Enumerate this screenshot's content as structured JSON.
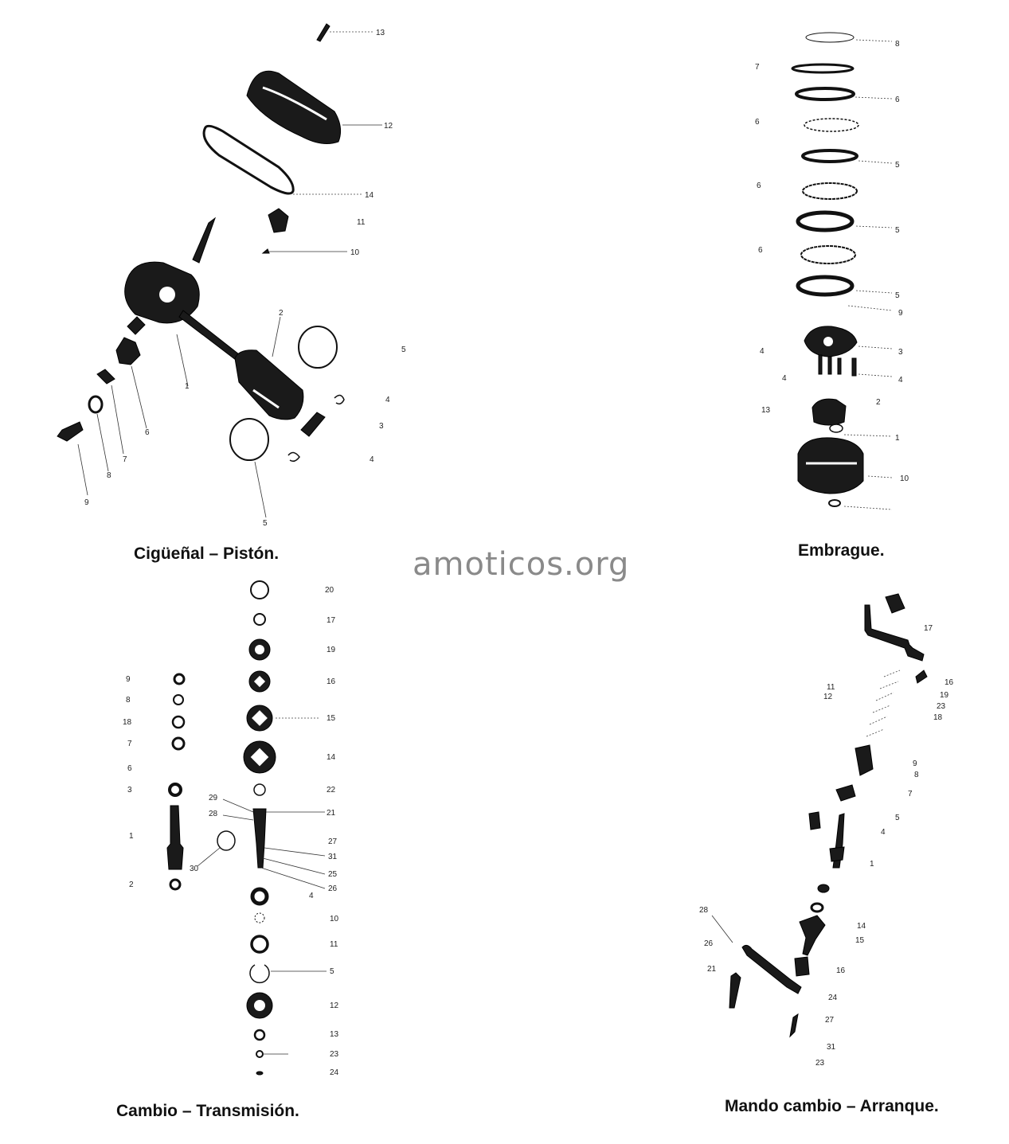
{
  "watermark": "amoticos.org",
  "captions": {
    "crankshaft": "Cigüeñal – Pistón.",
    "clutch": "Embrague.",
    "gearbox": "Cambio – Transmisión.",
    "shift": "Mando cambio – Arranque."
  },
  "crankshaft_labels": [
    "13",
    "12",
    "14",
    "11",
    "10",
    "2",
    "5",
    "1",
    "4",
    "3",
    "4",
    "6",
    "7",
    "8",
    "9",
    "5"
  ],
  "clutch_labels": [
    "8",
    "7",
    "6",
    "6",
    "5",
    "6",
    "5",
    "6",
    "5",
    "9",
    "3",
    "4",
    "4",
    "4",
    "2",
    "13",
    "1",
    "10"
  ],
  "gearbox_left_labels": [
    "9",
    "8",
    "18",
    "7",
    "6",
    "3",
    "1",
    "2",
    "29",
    "28",
    "30"
  ],
  "gearbox_right_labels": [
    "20",
    "17",
    "19",
    "16",
    "15",
    "14",
    "22",
    "21",
    "27",
    "31",
    "25",
    "26",
    "4",
    "10",
    "11",
    "5",
    "12",
    "13",
    "23",
    "24"
  ],
  "shift_labels": [
    "17",
    "16",
    "19",
    "23",
    "18",
    "11",
    "12",
    "9",
    "8",
    "7",
    "5",
    "4",
    "1",
    "14",
    "15",
    "16",
    "28",
    "26",
    "21",
    "24",
    "27",
    "31",
    "23"
  ]
}
